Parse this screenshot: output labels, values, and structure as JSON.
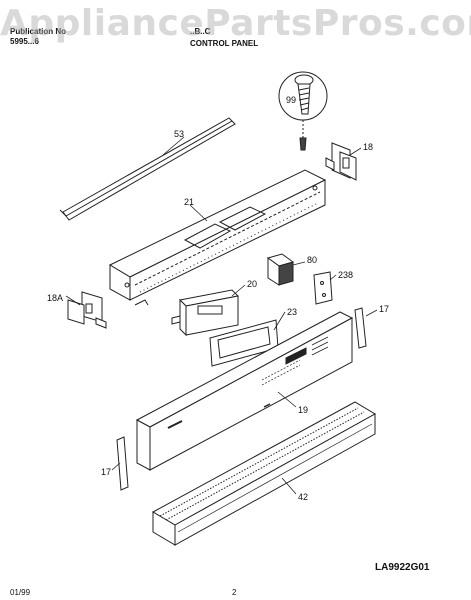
{
  "header": {
    "publication_label": "Publication No",
    "publication_number": "5995...6",
    "model_code": "..B..C",
    "section_title": "CONTROL PANEL"
  },
  "watermark": "AppliancePartsPros.com",
  "parts": {
    "p99": "99",
    "p53": "53",
    "p18": "18",
    "p21": "21",
    "p80": "80",
    "p238": "238",
    "p18a": "18A",
    "p20": "20",
    "p23": "23",
    "p17_right": "17",
    "p19": "19",
    "p17_left": "17",
    "p42": "42"
  },
  "footer": {
    "date": "01/99",
    "page": "2",
    "diagram_code": "LA9922G01"
  }
}
